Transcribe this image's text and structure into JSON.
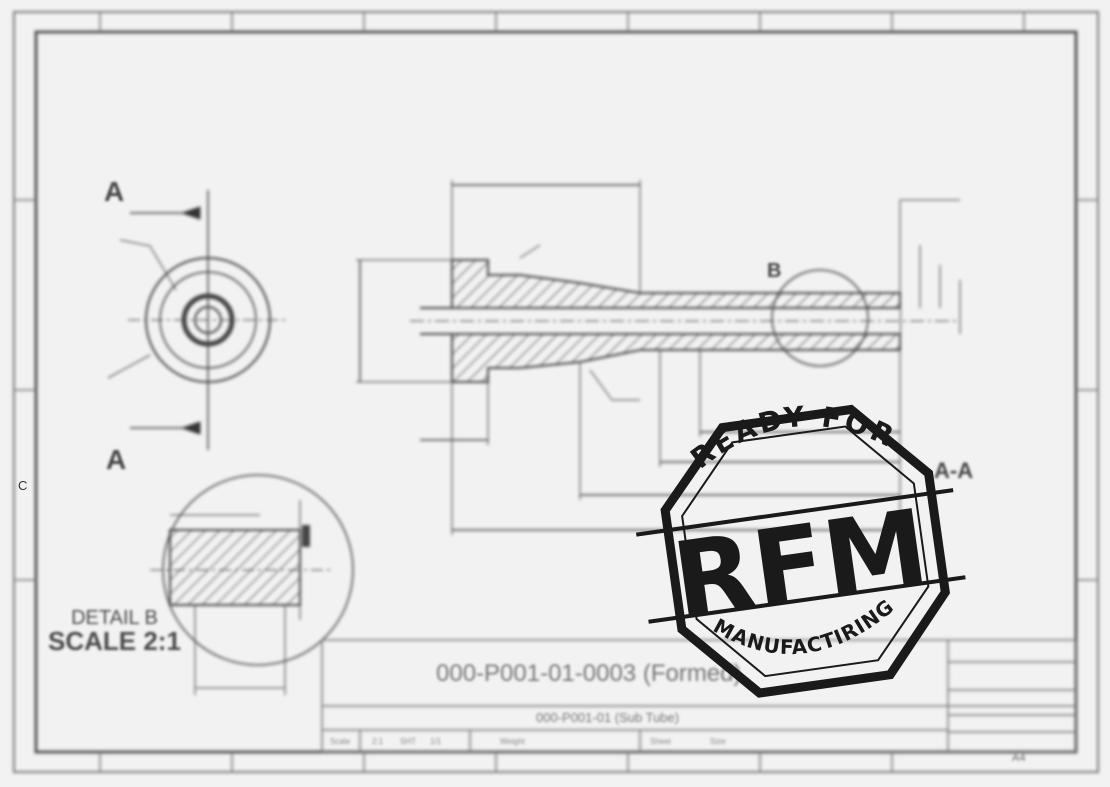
{
  "drawing": {
    "section_label_top": "A",
    "section_label_bottom": "A",
    "section_view_label": "A-A",
    "detail_callout": "B",
    "detail_title_line1": "DETAIL B",
    "detail_title_line2": "SCALE 2:1",
    "border_side_letter": "C"
  },
  "title_block": {
    "part_number": "000-P001-01-0003 (Formed)",
    "description": "000-P001-01 (Sub Tube)",
    "scale_row": [
      "Scale",
      "2:1",
      "SHT",
      "1/1",
      "Weight",
      "Sheet",
      "Size"
    ],
    "sheet_size": "A4"
  },
  "stamp": {
    "top_text": "READY FOR",
    "main_text": "RFM",
    "bottom_text": "MANUFACTIRING",
    "color": "#1a1a1a"
  }
}
